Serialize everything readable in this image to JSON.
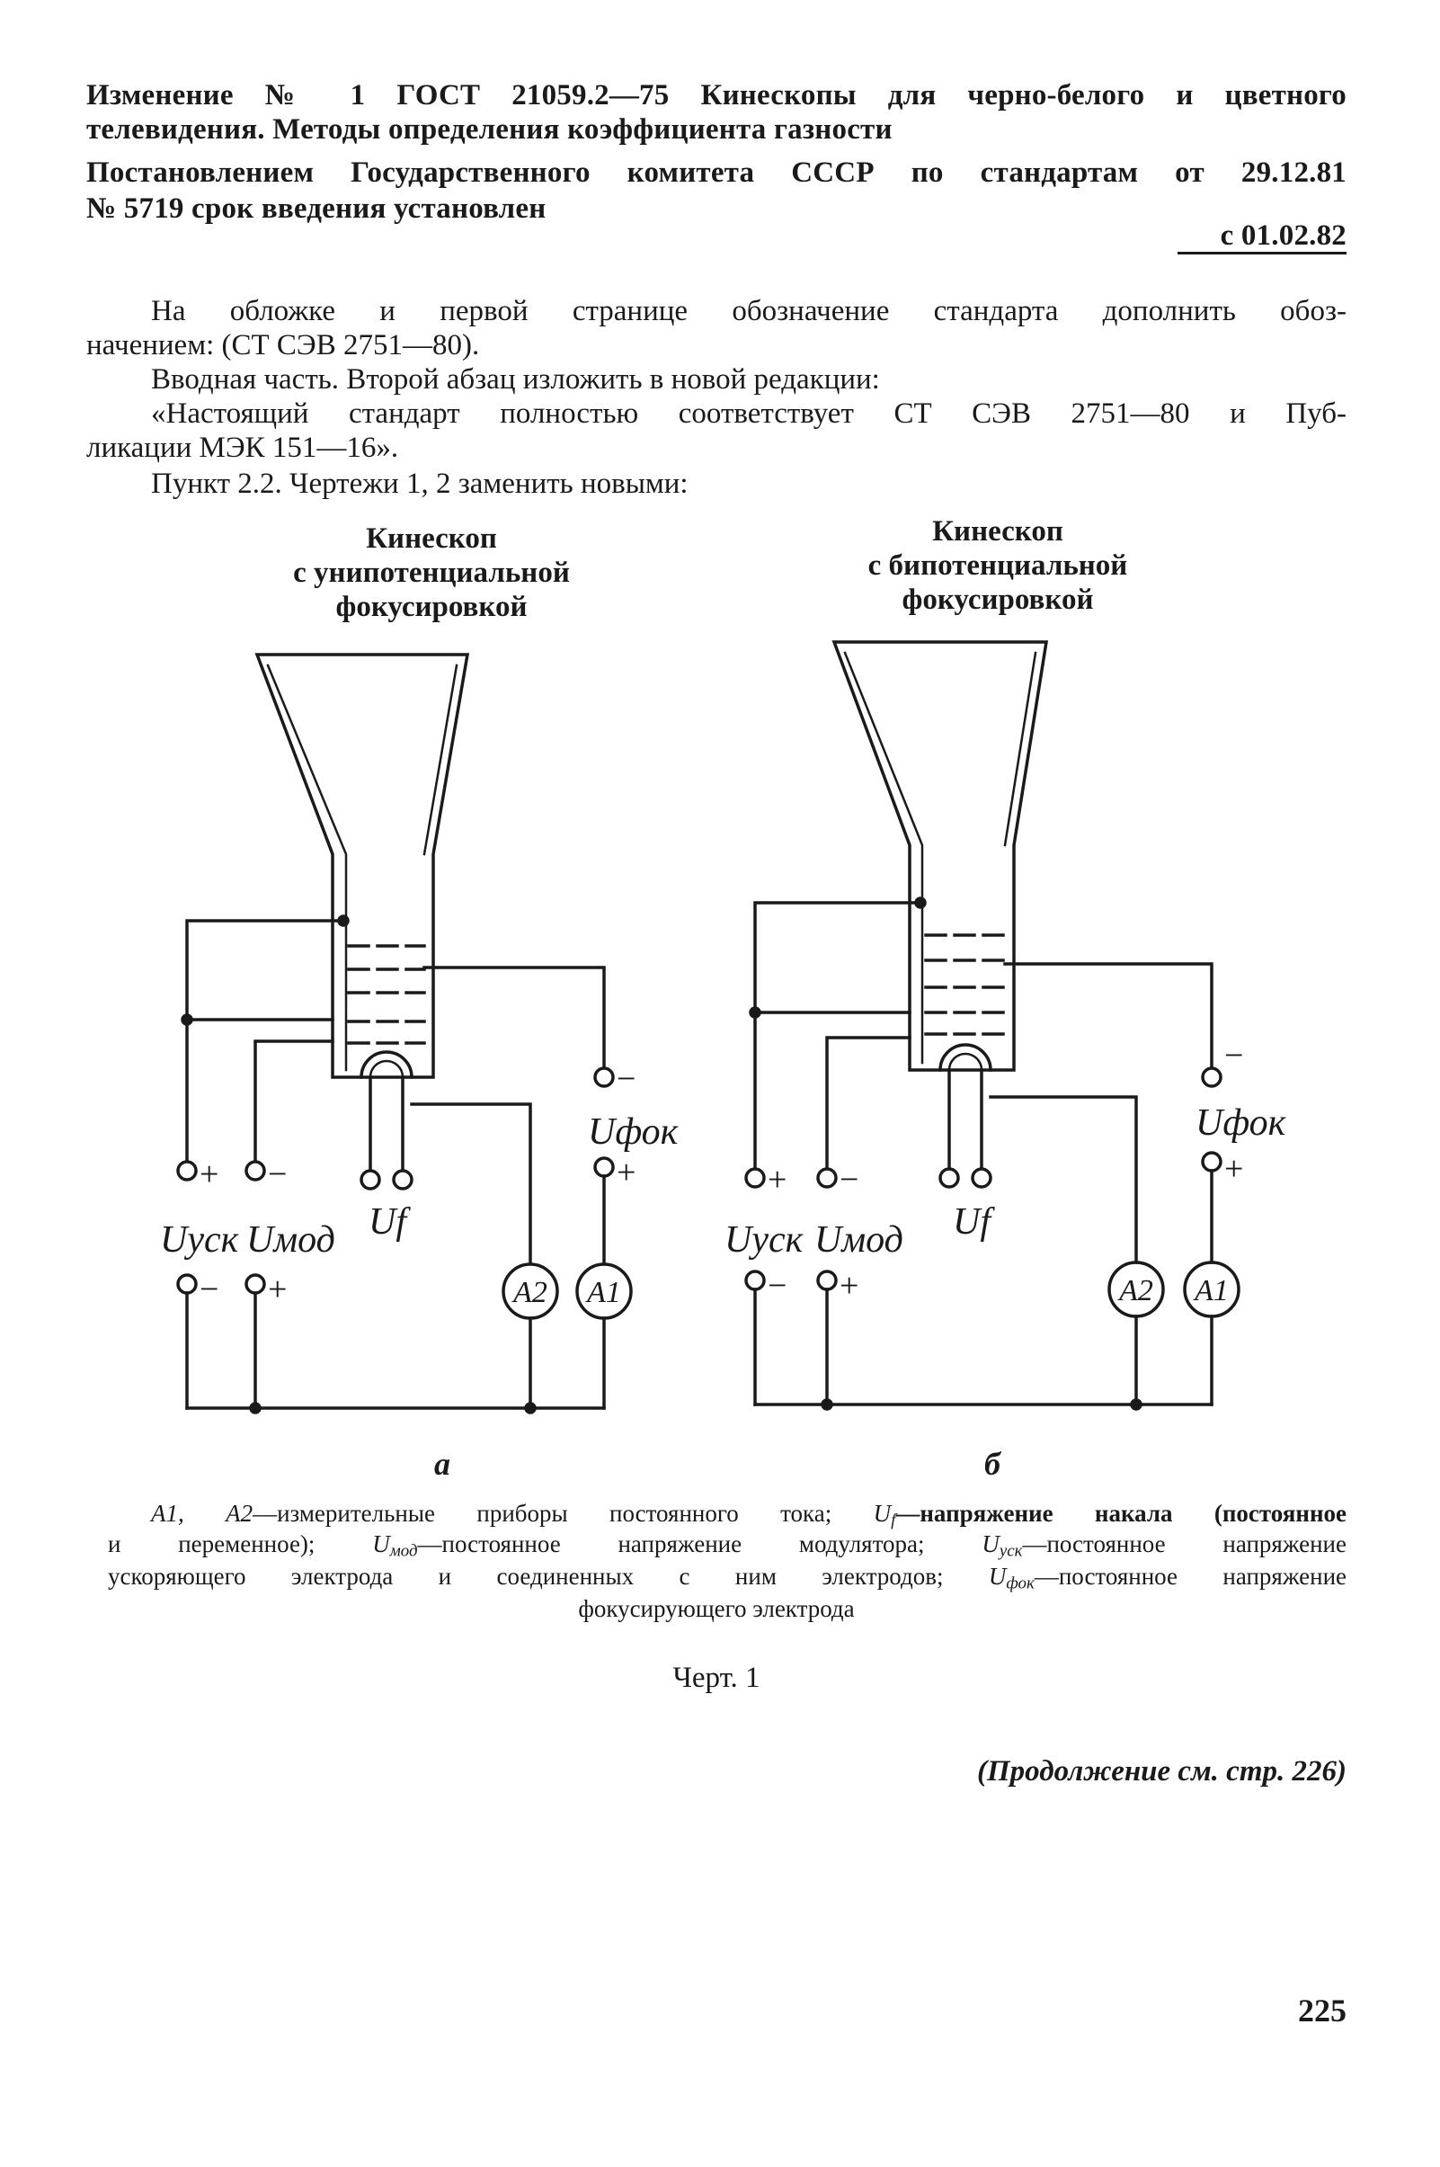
{
  "header": {
    "line1": "Изменение № 1 ГОСТ 21059.2—75 Кинескопы для черно-белого и цветного",
    "line2": "телевидения. Методы определения коэффициента газности",
    "line3": "Постановлением Государственного комитета СССР по стандартам от 29.12.81",
    "line4": "№ 5719 срок введения установлен",
    "effective_date": "с 01.02.82"
  },
  "body": {
    "p1_line1": "На обложке и первой странице обозначение стандарта дополнить обоз-",
    "p1_line2": "начением: (СТ СЭВ 2751—80).",
    "p2": "Вводная часть. Второй абзац изложить в новой редакции:",
    "p3_line1": "«Настоящий стандарт полностью соответствует СТ СЭВ 2751—80 и Пуб-",
    "p3_line2": "ликации МЭК 151—16».",
    "p4": "Пункт 2.2. Чертежи 1, 2 заменить новыми:"
  },
  "figure": {
    "left_title": [
      "Кинескоп",
      "с унипотенциальной",
      "фокусировкой"
    ],
    "right_title": [
      "Кинескоп",
      "с бипотенциальной",
      "фокусировкой"
    ],
    "labels": {
      "u_usk": "Uуск",
      "u_mod": "Uмод",
      "u_f": "Uf",
      "u_fok": "Uфок",
      "a1": "A1",
      "a2": "A2",
      "plus": "+",
      "minus": "−"
    },
    "panel_a": "а",
    "panel_b": "б"
  },
  "caption": {
    "line1_a": "А1, А2",
    "line1_b": "—измерительные приборы постоянного тока;",
    "line1_c": "U",
    "line1_c_sub": "f",
    "line1_d": "—напряжение накала (постоянное",
    "line2_a": "и переменное);",
    "line2_b": "U",
    "line2_b_sub": "мод",
    "line2_c": "—постоянное напряжение модулятора;",
    "line2_d": "U",
    "line2_d_sub": "уск",
    "line2_e": "—постоянное напряжение",
    "line3_a": "ускоряющего электрода и соединенных с ним электродов;",
    "line3_b": "U",
    "line3_b_sub": "фок",
    "line3_c": "—постоянное напряжение",
    "line4": "фокусирующего электрода",
    "chart_label": "Черт. 1"
  },
  "footer": {
    "continuation": "(Продолжение см. стр. 226)",
    "page_number": "225"
  }
}
